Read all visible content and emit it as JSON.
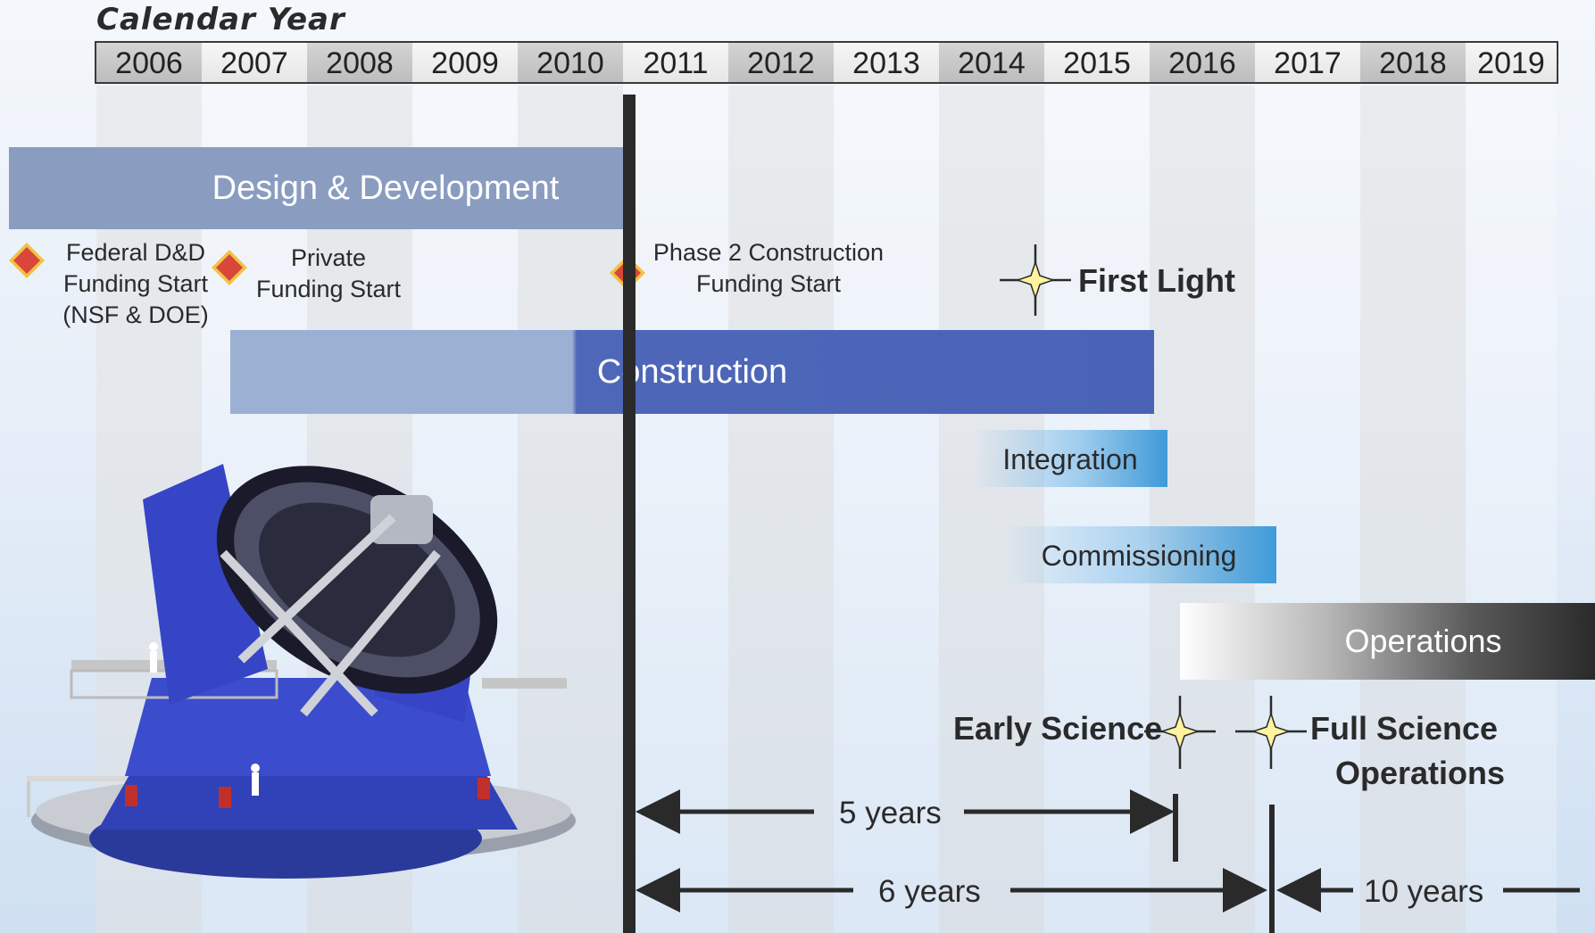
{
  "calendar_title": "Calendar Year",
  "years": [
    "2006",
    "2007",
    "2008",
    "2009",
    "2010",
    "2011",
    "2012",
    "2013",
    "2014",
    "2015",
    "2016",
    "2017",
    "2018",
    "2019"
  ],
  "phases": {
    "design_development": "Design & Development",
    "construction": "Construction",
    "integration": "Integration",
    "commissioning": "Commissioning",
    "operations": "Operations"
  },
  "milestones": {
    "federal_line1": "Federal D&D",
    "federal_line2": "Funding Start",
    "federal_line3": "(NSF & DOE)",
    "private_line1": "Private",
    "private_line2": "Funding Start",
    "phase2_line1": "Phase 2 Construction",
    "phase2_line2": "Funding Start",
    "first_light": "First Light",
    "early_science": "Early Science",
    "full_science_line1": "Full Science",
    "full_science_line2": "Operations"
  },
  "durations": {
    "five": "5 years",
    "six": "6 years",
    "ten": "10 years"
  },
  "colors": {
    "dd_bar": "#8a9dc0",
    "construction_light": "#9cb0d4",
    "construction_dark": "#4a63b7",
    "stripe_dark": "#e4e4e4",
    "diamond": "#d8473a"
  }
}
